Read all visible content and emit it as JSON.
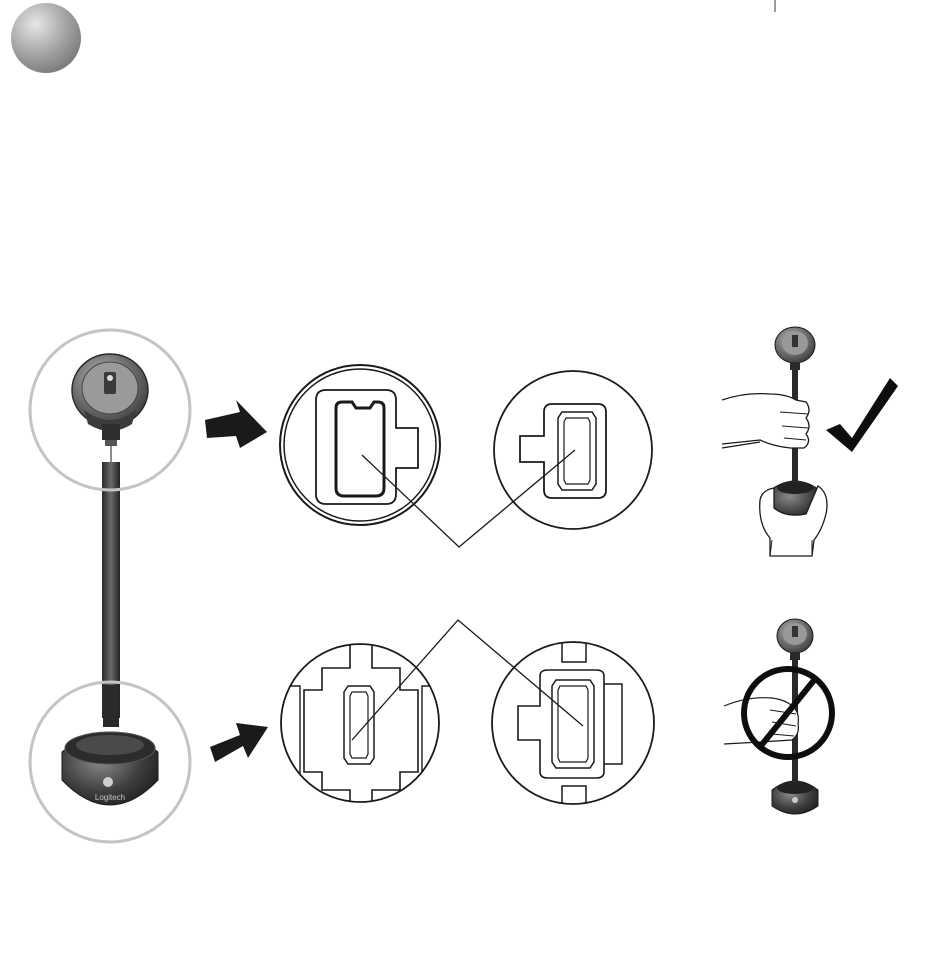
{
  "figure": {
    "step_badge": {
      "label": ""
    },
    "base_logo_text": "Logitech",
    "colors": {
      "line": "#1a1a1a",
      "badge_gray": "#9a9a9a",
      "callout_ring": "#c4c4c4",
      "device_dark": "#3a3a3a",
      "divider": "#7a7a7a"
    },
    "panels": {
      "top": {
        "magnifiers": [
          "connector-camera-end-left",
          "connector-camera-end-right"
        ]
      },
      "bottom": {
        "magnifiers": [
          "connector-base-end-left",
          "connector-base-end-right"
        ]
      }
    },
    "usage": {
      "correct": {
        "icon": "checkmark-icon"
      },
      "incorrect": {
        "icon": "prohibited-icon"
      }
    }
  }
}
